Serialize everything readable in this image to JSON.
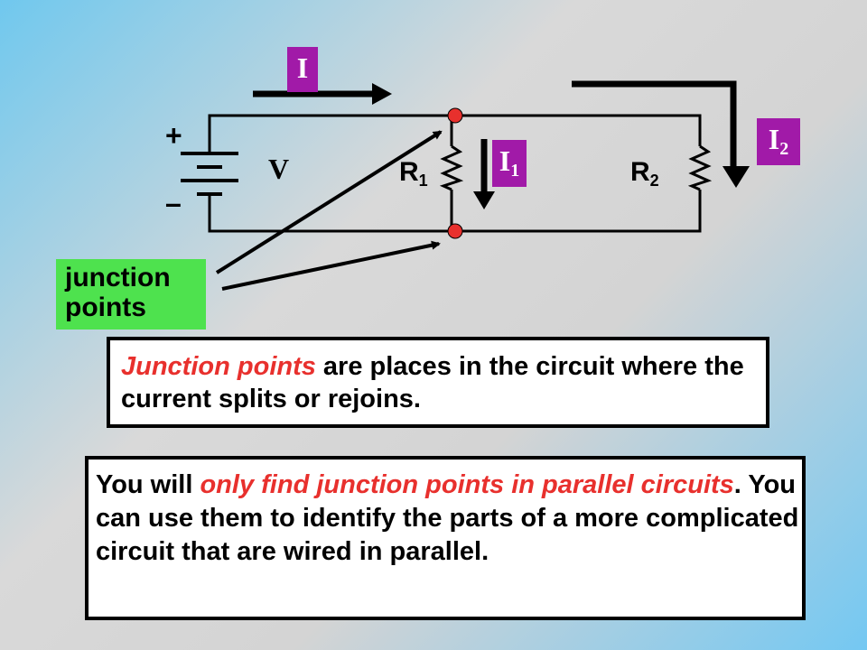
{
  "circuit": {
    "battery_plus": "+",
    "battery_minus": "–",
    "voltage_label": "V",
    "r1_label": "R",
    "r1_sub": "1",
    "r2_label": "R",
    "r2_sub": "2"
  },
  "currents": {
    "total": "I",
    "i1_main": "I",
    "i1_sub": "1",
    "i2_main": "I",
    "i2_sub": "2"
  },
  "junction_label": [
    "junction",
    "points"
  ],
  "note1": {
    "highlight": "Junction points",
    "rest": " are places in the circuit where the current splits or rejoins."
  },
  "note2": {
    "prefix": "You will ",
    "highlight": "only find junction points in parallel circuits",
    "rest": ".  You can use them to identify the parts of a more complicated circuit that are wired in parallel."
  },
  "colors": {
    "current_box": "#a11aa8",
    "junction_box": "#4ee24e",
    "junction_dot": "#e8302d",
    "highlight_text": "#e8302d"
  }
}
